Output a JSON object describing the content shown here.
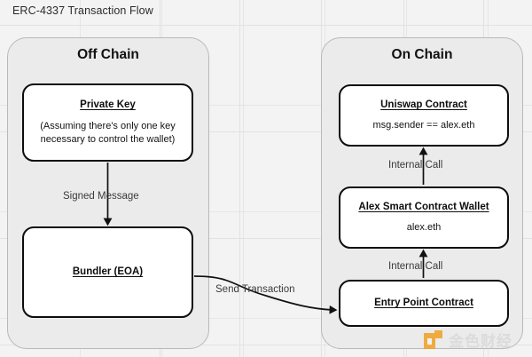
{
  "diagram": {
    "title": "ERC-4337 Transaction Flow"
  },
  "panels": {
    "off_chain": {
      "title": "Off Chain",
      "nodes": {
        "private_key": {
          "title": "Private Key",
          "subtitle": "(Assuming there's only one key\nnecessary to control the wallet)"
        },
        "bundler": {
          "title": "Bundler (EOA)",
          "subtitle": ""
        }
      }
    },
    "on_chain": {
      "title": "On Chain",
      "nodes": {
        "uniswap_contract": {
          "title": "Uniswap Contract",
          "subtitle": "msg.sender == alex.eth"
        },
        "alex_wallet": {
          "title": "Alex Smart Contract Wallet",
          "subtitle": "alex.eth"
        },
        "entry_point": {
          "title": "Entry Point Contract",
          "subtitle": ""
        }
      }
    }
  },
  "edges": {
    "signed_message": "Signed Message",
    "send_transaction": "Send Transaction",
    "internal_call_entry_to_wallet": "Internal Call",
    "internal_call_wallet_to_uniswap": "Internal Call"
  },
  "watermark": {
    "text": "金色财经",
    "mark_color": "#f0a022"
  },
  "colors": {
    "canvas_background": "#f3f3f3",
    "panel_fill": "#ebebeb",
    "panel_border": "#b9b9b9",
    "node_fill": "#ffffff",
    "node_border": "#0d0d0d",
    "text_primary": "#111111",
    "edge_label": "#3a3a3a"
  }
}
